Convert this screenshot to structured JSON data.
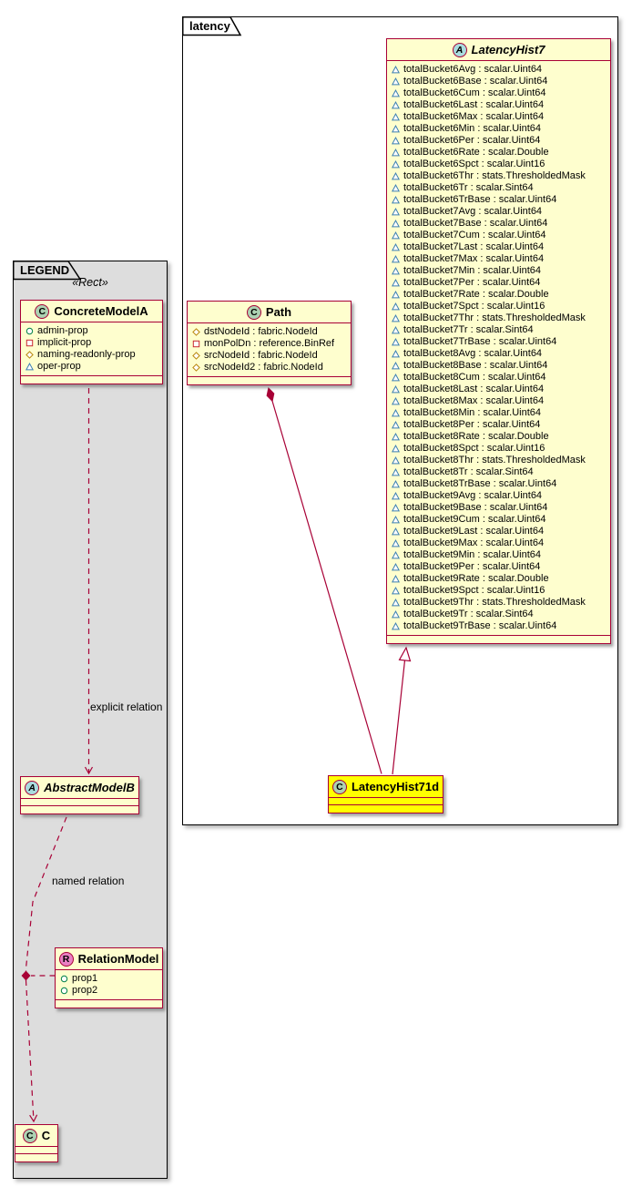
{
  "diagram": {
    "packages": {
      "latency": {
        "label": "latency"
      },
      "legend": {
        "label": "LEGEND",
        "stereotype": "«Rect»"
      }
    },
    "classes": {
      "latency_hist7": {
        "name": "LatencyHist7",
        "stereotype_letter": "A",
        "abstract": true,
        "attributes": [
          {
            "icon": "triangle",
            "text": "totalBucket6Avg : scalar.Uint64"
          },
          {
            "icon": "triangle",
            "text": "totalBucket6Base : scalar.Uint64"
          },
          {
            "icon": "triangle",
            "text": "totalBucket6Cum : scalar.Uint64"
          },
          {
            "icon": "triangle",
            "text": "totalBucket6Last : scalar.Uint64"
          },
          {
            "icon": "triangle",
            "text": "totalBucket6Max : scalar.Uint64"
          },
          {
            "icon": "triangle",
            "text": "totalBucket6Min : scalar.Uint64"
          },
          {
            "icon": "triangle",
            "text": "totalBucket6Per : scalar.Uint64"
          },
          {
            "icon": "triangle",
            "text": "totalBucket6Rate : scalar.Double"
          },
          {
            "icon": "triangle",
            "text": "totalBucket6Spct : scalar.Uint16"
          },
          {
            "icon": "triangle",
            "text": "totalBucket6Thr : stats.ThresholdedMask"
          },
          {
            "icon": "triangle",
            "text": "totalBucket6Tr : scalar.Sint64"
          },
          {
            "icon": "triangle",
            "text": "totalBucket6TrBase : scalar.Uint64"
          },
          {
            "icon": "triangle",
            "text": "totalBucket7Avg : scalar.Uint64"
          },
          {
            "icon": "triangle",
            "text": "totalBucket7Base : scalar.Uint64"
          },
          {
            "icon": "triangle",
            "text": "totalBucket7Cum : scalar.Uint64"
          },
          {
            "icon": "triangle",
            "text": "totalBucket7Last : scalar.Uint64"
          },
          {
            "icon": "triangle",
            "text": "totalBucket7Max : scalar.Uint64"
          },
          {
            "icon": "triangle",
            "text": "totalBucket7Min : scalar.Uint64"
          },
          {
            "icon": "triangle",
            "text": "totalBucket7Per : scalar.Uint64"
          },
          {
            "icon": "triangle",
            "text": "totalBucket7Rate : scalar.Double"
          },
          {
            "icon": "triangle",
            "text": "totalBucket7Spct : scalar.Uint16"
          },
          {
            "icon": "triangle",
            "text": "totalBucket7Thr : stats.ThresholdedMask"
          },
          {
            "icon": "triangle",
            "text": "totalBucket7Tr : scalar.Sint64"
          },
          {
            "icon": "triangle",
            "text": "totalBucket7TrBase : scalar.Uint64"
          },
          {
            "icon": "triangle",
            "text": "totalBucket8Avg : scalar.Uint64"
          },
          {
            "icon": "triangle",
            "text": "totalBucket8Base : scalar.Uint64"
          },
          {
            "icon": "triangle",
            "text": "totalBucket8Cum : scalar.Uint64"
          },
          {
            "icon": "triangle",
            "text": "totalBucket8Last : scalar.Uint64"
          },
          {
            "icon": "triangle",
            "text": "totalBucket8Max : scalar.Uint64"
          },
          {
            "icon": "triangle",
            "text": "totalBucket8Min : scalar.Uint64"
          },
          {
            "icon": "triangle",
            "text": "totalBucket8Per : scalar.Uint64"
          },
          {
            "icon": "triangle",
            "text": "totalBucket8Rate : scalar.Double"
          },
          {
            "icon": "triangle",
            "text": "totalBucket8Spct : scalar.Uint16"
          },
          {
            "icon": "triangle",
            "text": "totalBucket8Thr : stats.ThresholdedMask"
          },
          {
            "icon": "triangle",
            "text": "totalBucket8Tr : scalar.Sint64"
          },
          {
            "icon": "triangle",
            "text": "totalBucket8TrBase : scalar.Uint64"
          },
          {
            "icon": "triangle",
            "text": "totalBucket9Avg : scalar.Uint64"
          },
          {
            "icon": "triangle",
            "text": "totalBucket9Base : scalar.Uint64"
          },
          {
            "icon": "triangle",
            "text": "totalBucket9Cum : scalar.Uint64"
          },
          {
            "icon": "triangle",
            "text": "totalBucket9Last : scalar.Uint64"
          },
          {
            "icon": "triangle",
            "text": "totalBucket9Max : scalar.Uint64"
          },
          {
            "icon": "triangle",
            "text": "totalBucket9Min : scalar.Uint64"
          },
          {
            "icon": "triangle",
            "text": "totalBucket9Per : scalar.Uint64"
          },
          {
            "icon": "triangle",
            "text": "totalBucket9Rate : scalar.Double"
          },
          {
            "icon": "triangle",
            "text": "totalBucket9Spct : scalar.Uint16"
          },
          {
            "icon": "triangle",
            "text": "totalBucket9Thr : stats.ThresholdedMask"
          },
          {
            "icon": "triangle",
            "text": "totalBucket9Tr : scalar.Sint64"
          },
          {
            "icon": "triangle",
            "text": "totalBucket9TrBase : scalar.Uint64"
          }
        ]
      },
      "path": {
        "name": "Path",
        "stereotype_letter": "C",
        "abstract": false,
        "attributes": [
          {
            "icon": "diamond",
            "text": "dstNodeId : fabric.NodeId"
          },
          {
            "icon": "square",
            "text": "monPolDn : reference.BinRef"
          },
          {
            "icon": "diamond",
            "text": "srcNodeId : fabric.NodeId"
          },
          {
            "icon": "diamond",
            "text": "srcNodeId2 : fabric.NodeId"
          }
        ]
      },
      "latency_hist71d": {
        "name": "LatencyHist71d",
        "stereotype_letter": "C",
        "abstract": false,
        "attributes": []
      },
      "concrete_model_a": {
        "name": "ConcreteModelA",
        "stereotype_letter": "C",
        "abstract": false,
        "attributes": [
          {
            "icon": "circle",
            "text": "admin-prop"
          },
          {
            "icon": "square",
            "text": "implicit-prop"
          },
          {
            "icon": "diamond",
            "text": "naming-readonly-prop"
          },
          {
            "icon": "triangle",
            "text": "oper-prop"
          }
        ]
      },
      "abstract_model_b": {
        "name": "AbstractModelB",
        "stereotype_letter": "A",
        "abstract": true,
        "attributes": []
      },
      "relation_model": {
        "name": "RelationModel",
        "stereotype_letter": "R",
        "abstract": false,
        "attributes": [
          {
            "icon": "circle",
            "text": "prop1"
          },
          {
            "icon": "circle",
            "text": "prop2"
          }
        ]
      },
      "class_c": {
        "name": "C",
        "stereotype_letter": "C",
        "abstract": false,
        "attributes": []
      }
    },
    "relations": {
      "explicit": {
        "label": "explicit relation",
        "type": "dashed-arrow",
        "from": "ConcreteModelA",
        "to": "AbstractModelB"
      },
      "named": {
        "label": "named relation",
        "type": "dashed-arrow",
        "from": "AbstractModelB",
        "to": "C",
        "via": "RelationModel"
      },
      "composition": {
        "label": "",
        "type": "composition",
        "from": "Path",
        "to": "LatencyHist71d"
      },
      "generalization": {
        "label": "",
        "type": "generalization",
        "from": "LatencyHist71d",
        "to": "LatencyHist7"
      }
    },
    "colors": {
      "class_border": "#A80036",
      "class_fill": "#FEFECE",
      "highlight_fill": "#FFFF00",
      "badge_class": "#ADD1B2",
      "badge_abstract": "#A9DCDF",
      "badge_relation": "#E97FC3",
      "legend_fill": "#DDDDDD",
      "icon_circle": "#038048",
      "icon_square": "#C82930",
      "icon_diamond": "#B8860B",
      "icon_triangle": "#3C7FB1"
    }
  }
}
